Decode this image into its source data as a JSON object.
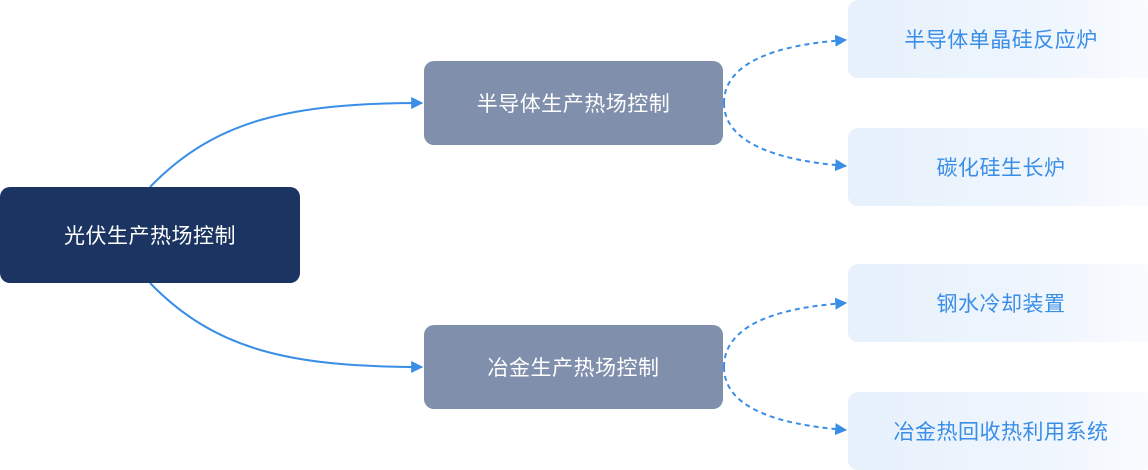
{
  "diagram": {
    "type": "mind-map",
    "root": {
      "label": "光伏生产热场控制"
    },
    "branches": [
      {
        "label": "半导体生产热场控制",
        "children": [
          {
            "label": "半导体单晶硅反应炉"
          },
          {
            "label": "碳化硅生长炉"
          }
        ]
      },
      {
        "label": "冶金生产热场控制",
        "children": [
          {
            "label": "钢水冷却装置"
          },
          {
            "label": "冶金热回收热利用系统"
          }
        ]
      }
    ]
  },
  "colors": {
    "root_fill": "#1b3462",
    "branch_fill": "#808fab",
    "leaf_fill": "#e7f1fc",
    "leaf_text": "#3a8ee6",
    "connector": "#3a8ee6"
  }
}
